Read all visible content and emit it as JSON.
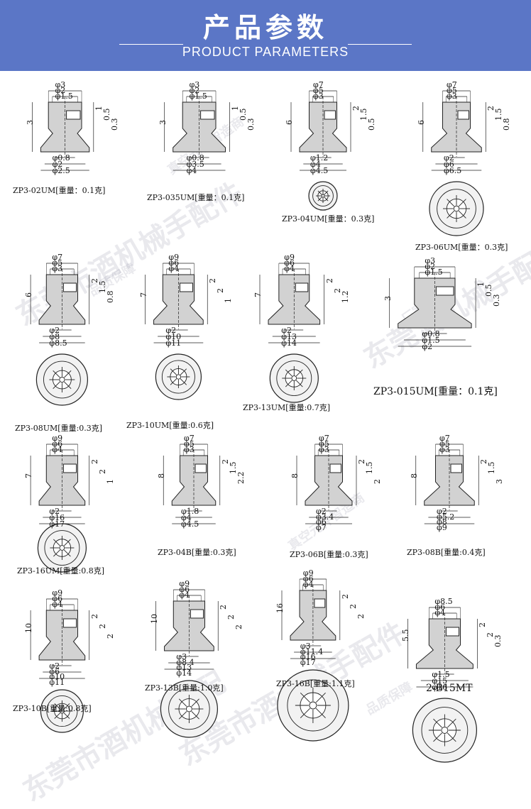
{
  "banner": {
    "title": "产品参数",
    "subtitle": "PRODUCT PARAMETERS"
  },
  "colors": {
    "banner": "#5b76c6",
    "part": "#d2d2d2",
    "line": "#222222"
  },
  "watermarks": [
    "东莞市酒机械手配件",
    "真空元件智造商",
    "品质保障",
    "东莞酒机械手配件",
    "厂家直销",
    "品质保障",
    "东莞市酒机械手配",
    "真空元件智造商",
    "东莞市酒机械手配件"
  ],
  "items": [
    {
      "caption": "ZP3-02UM[重量：0.1克]",
      "dims": [
        "φ3",
        "φ2",
        "φ1.5",
        "3",
        "1",
        "0.5",
        "0.3",
        "φ0.8",
        "φ2",
        "φ2.5"
      ]
    },
    {
      "caption": "ZP3-035UM[重量：0.1克]",
      "dims": [
        "φ3",
        "φ2",
        "φ1.5",
        "3",
        "1",
        "0.5",
        "0.3",
        "φ0.8",
        "φ3.5",
        "φ4"
      ]
    },
    {
      "caption": "ZP3-04UM[重量：0.3克]",
      "dims": [
        "φ7",
        "φ5",
        "φ3",
        "6",
        "2",
        "1.5",
        "0.5",
        "φ1.2",
        "φ4",
        "φ4.5"
      ]
    },
    {
      "caption": "ZP3-06UM[重量：0.3克]",
      "dims": [
        "φ7",
        "φ5",
        "φ3",
        "6",
        "2",
        "1.5",
        "0.8",
        "φ2",
        "φ6",
        "φ6.5"
      ]
    },
    {
      "caption": "ZP3-08UM[重量:0.3克]",
      "dims": [
        "φ7",
        "φ5",
        "φ3",
        "6",
        "2",
        "1.5",
        "0.8",
        "φ2",
        "φ8",
        "φ8.5"
      ]
    },
    {
      "caption": "ZP3-10UM[重量:0.6克]",
      "dims": [
        "φ9",
        "φ6",
        "φ4",
        "7",
        "2",
        "2",
        "1",
        "φ2",
        "φ10",
        "φ11"
      ]
    },
    {
      "caption": "ZP3-13UM[重量:0.7克]",
      "dims": [
        "φ9",
        "φ6",
        "φ4",
        "7",
        "2",
        "2",
        "1.2",
        "φ2",
        "φ13",
        "φ14"
      ]
    },
    {
      "caption": "ZP3-015UM[重量：0.1克]",
      "dims": [
        "φ3",
        "φ2",
        "φ1.5",
        "3",
        "1",
        "0.5",
        "0.3",
        "φ0.8",
        "φ1.5",
        "φ2"
      ]
    },
    {
      "caption": "ZP3-16UM[重量:0.8克]",
      "dims": [
        "φ9",
        "φ6",
        "φ4",
        "7",
        "2",
        "2",
        "1",
        "φ2",
        "φ16",
        "φ17"
      ]
    },
    {
      "caption": "ZP3-04B[重量:0.3克]",
      "dims": [
        "φ7",
        "φ5",
        "φ3",
        "8",
        "2",
        "1.5",
        "2.2",
        "φ1.8",
        "φ4",
        "φ4.5"
      ]
    },
    {
      "caption": "ZP3-06B[重量:0.3克]",
      "dims": [
        "φ7",
        "φ5",
        "φ3",
        "8",
        "2",
        "1.5",
        "2",
        "φ2",
        "φ3.4",
        "φ6",
        "φ7"
      ]
    },
    {
      "caption": "ZP3-08B[重量:0.4克]",
      "dims": [
        "φ7",
        "φ5",
        "φ3",
        "8",
        "2",
        "1.5",
        "3",
        "φ2",
        "φ5.2",
        "φ8",
        "φ9"
      ]
    },
    {
      "caption": "ZP3-10B[重量:0.8克]",
      "dims": [
        "φ9",
        "φ6",
        "φ4",
        "10",
        "2",
        "2",
        "2",
        "φ2",
        "φ6",
        "φ10",
        "φ11"
      ]
    },
    {
      "caption": "ZP3-13B[重量:1.0克]",
      "dims": [
        "φ9",
        "φ6",
        "φ4",
        "10",
        "2",
        "2",
        "2",
        "φ3",
        "φ8.4",
        "φ13",
        "φ14"
      ]
    },
    {
      "caption": "ZP3-16B[重量:1.1克]",
      "dims": [
        "φ9",
        "φ6",
        "φ4",
        "16",
        "2",
        "2",
        "2",
        "φ3",
        "φ11.4",
        "φ16",
        "φ17"
      ]
    },
    {
      "caption": "2-B15MT",
      "dims": [
        "φ8.5",
        "φ6",
        "φ4",
        "5.5",
        "2",
        "2",
        "0.3",
        "φ1.5",
        "φ15",
        "φ16"
      ]
    }
  ]
}
